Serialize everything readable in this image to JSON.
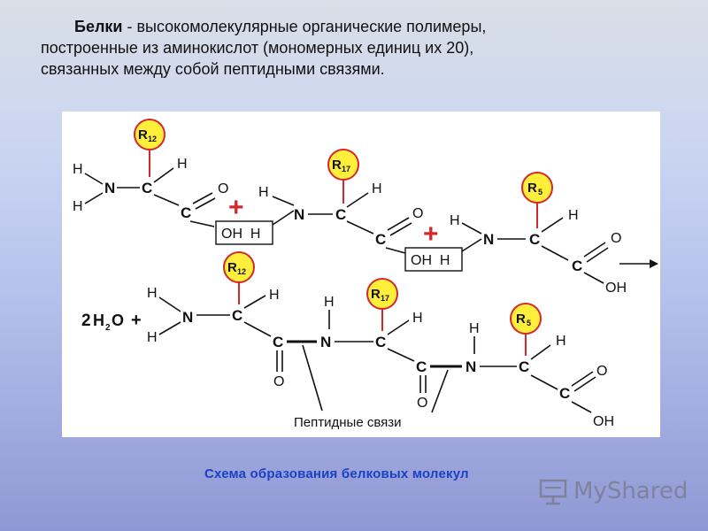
{
  "definition": {
    "term": "Белки",
    "line1_rest": " - высокомолекулярные органические полимеры,",
    "line2": "построенные из аминокислот (мономерных единиц их 20),",
    "line3": "связанных между собой пептидными связями."
  },
  "diagram": {
    "atoms": {
      "N": "N",
      "C": "C",
      "O": "O",
      "H": "H",
      "OH": "OH"
    },
    "radicals": [
      {
        "letter": "R",
        "sub": "12"
      },
      {
        "letter": "R",
        "sub": "17"
      },
      {
        "letter": "R",
        "sub": "5"
      }
    ],
    "plus": "+",
    "boxed_fragment": "OH  H",
    "water": {
      "coef": "2",
      "formula_H": "H",
      "formula_2": "2",
      "formula_O": "O"
    },
    "peptide_label": "Пептидные связи"
  },
  "caption": "Схема образования белковых молекул",
  "watermark": {
    "text": "MyShared"
  },
  "colors": {
    "radical_fill": "#ffef3a",
    "radical_stroke": "#d3282e",
    "caption": "#1d3fc4",
    "plus": "#d3282e"
  }
}
